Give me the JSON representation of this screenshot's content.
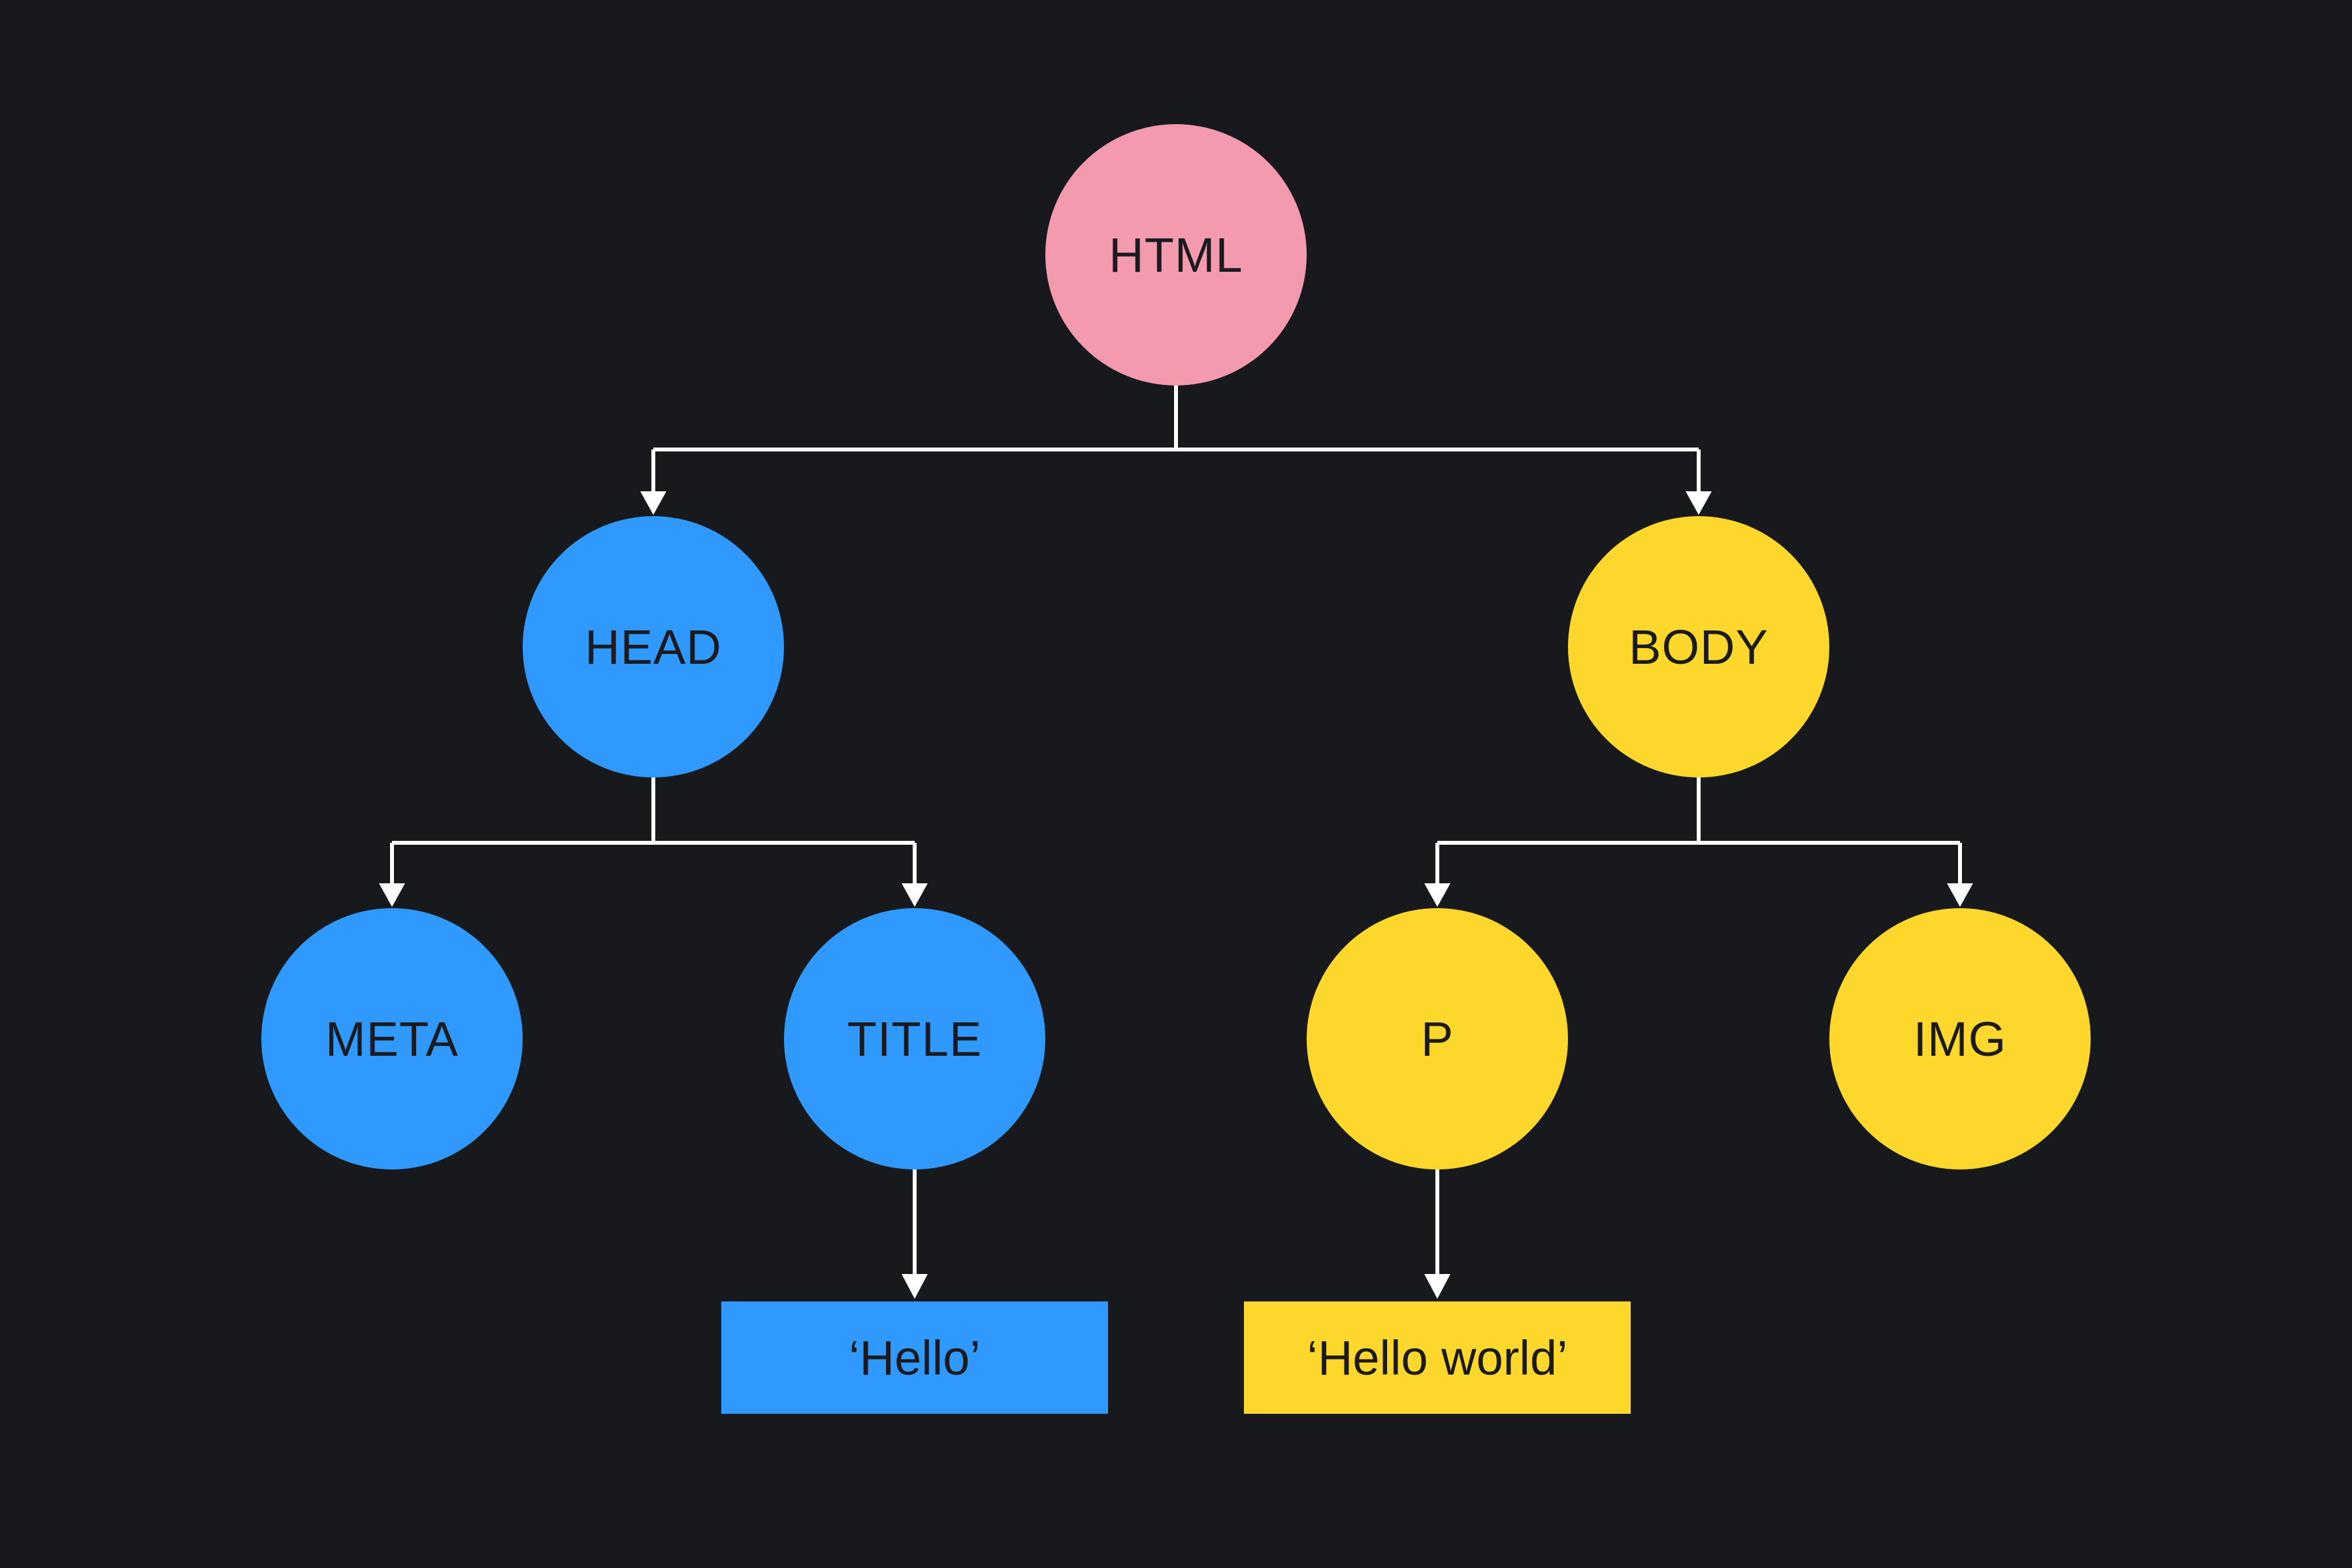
{
  "colors": {
    "background": "#18191d",
    "root": "#f39aae",
    "head_branch": "#3099fd",
    "body_branch": "#fdd72b",
    "edge": "#ffffff",
    "text": "#1a1a1f"
  },
  "nodes": {
    "html": {
      "label": "HTML",
      "color": "#f39aae"
    },
    "head": {
      "label": "HEAD",
      "color": "#3099fd"
    },
    "body": {
      "label": "BODY",
      "color": "#fdd72b"
    },
    "meta": {
      "label": "META",
      "color": "#3099fd"
    },
    "title": {
      "label": "TITLE",
      "color": "#3099fd"
    },
    "p": {
      "label": "P",
      "color": "#fdd72b"
    },
    "img": {
      "label": "IMG",
      "color": "#fdd72b"
    }
  },
  "text_nodes": {
    "hello": {
      "label": "‘Hello’",
      "color": "#3099fd"
    },
    "hello_world": {
      "label": "‘Hello world’",
      "color": "#fdd72b"
    }
  },
  "edges": [
    [
      "html",
      "head"
    ],
    [
      "html",
      "body"
    ],
    [
      "head",
      "meta"
    ],
    [
      "head",
      "title"
    ],
    [
      "body",
      "p"
    ],
    [
      "body",
      "img"
    ],
    [
      "title",
      "hello"
    ],
    [
      "p",
      "hello_world"
    ]
  ]
}
